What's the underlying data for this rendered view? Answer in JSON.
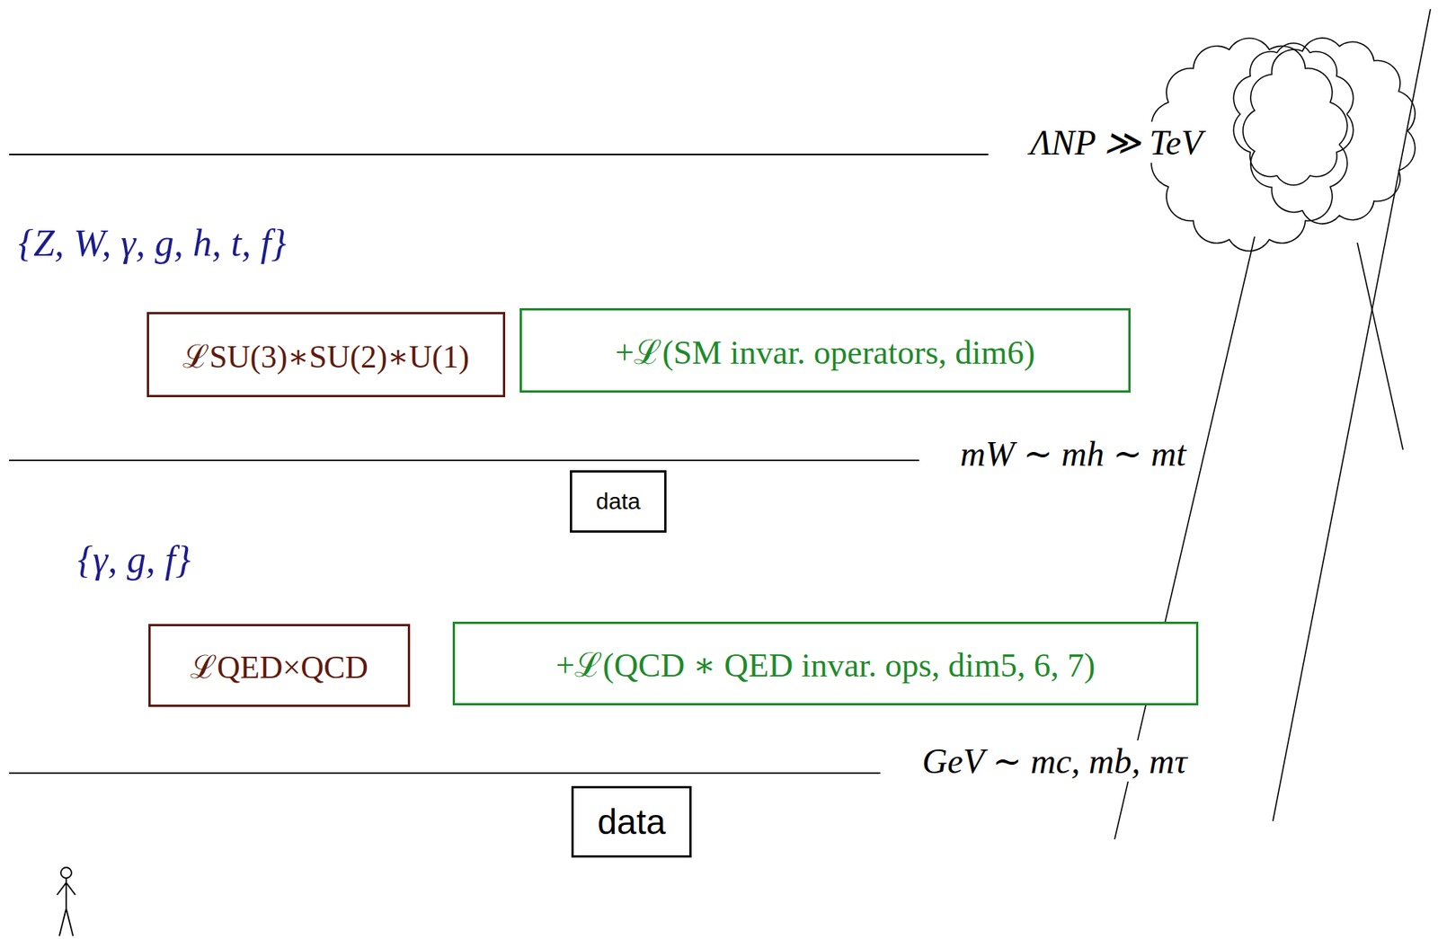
{
  "diagram": {
    "nodes": [
      {
        "text": [
          "ℒSU(3)∗SU(2)∗U(1)"
        ]
      },
      {
        "text": [
          "+ℒ(SM invar. operators, dim6)"
        ]
      },
      {
        "text": [
          "data"
        ]
      },
      {
        "text": [
          "ℒQED×QCD"
        ]
      },
      {
        "text": [
          "+ℒ(QCD ∗ QED invar. ops, dim5, 6, 7)"
        ]
      },
      {
        "text": [
          "data"
        ]
      }
    ],
    "labels": [
      "ΛNP ≫ TeV",
      "{Z, W, γ, g, h, t, f}",
      "mW ∼ mh ∼ mt",
      "{γ, g, f}",
      "GeV ∼ mc, mb, mτ"
    ]
  }
}
